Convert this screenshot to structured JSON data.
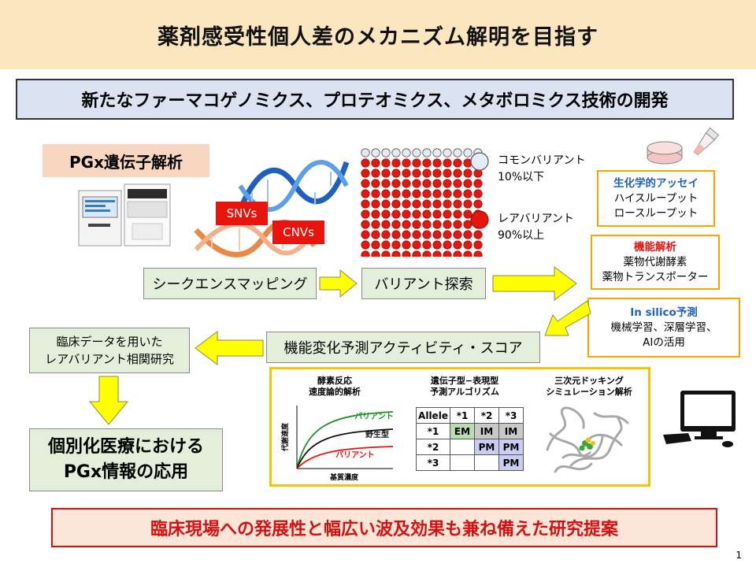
{
  "slide": {
    "title": "薬剤感受性個人差のメカニズム解明を目指す",
    "subtitle": "新たなファーマコゲノミクス、プロテオミクス、メタボロミクス技術の開発",
    "pgx_label": "PGx遺伝子解析",
    "snv_tag": "SNVs",
    "cnv_tag": "CNVs",
    "legend": {
      "common_line1": "コモンバリアント",
      "common_line2": "10%以下",
      "rare_line1": "レアバリアント",
      "rare_line2": "90%以上"
    },
    "flow": {
      "sequence_mapping": "シークエンスマッピング",
      "variant_search": "バリアント探索",
      "score": "機能変化予測アクティビティ・スコア",
      "clinical_line1": "臨床データを用いた",
      "clinical_line2": "レアバリアント相関研究",
      "application_line1": "個別化医療における",
      "application_line2": "PGx情報の応用"
    },
    "biochem": {
      "heading": "生化学的アッセイ",
      "line1": "ハイスループット",
      "line2": "ロースループット"
    },
    "function": {
      "heading": "機能解析",
      "line1": "薬物代謝酵素",
      "line2": "薬物トランスポーター"
    },
    "insilico": {
      "heading": "In silico予測",
      "line1": "機械学習、深層学習、",
      "line2": "AIの活用"
    },
    "bottom_banner": "臨床現場への発展性と幅広い波及効果も兼ね備えた研究提案",
    "page_number": "1"
  },
  "kinetics": {
    "title_line1": "酵素反応",
    "title_line2": "速度論的解析",
    "ylabel": "代謝速度",
    "xlabel": "基質濃度",
    "curves": [
      {
        "label": "バリアント",
        "color": "#1f8f2a"
      },
      {
        "label": "野生型",
        "color": "#111111"
      },
      {
        "label": "バリアント",
        "color": "#e8140e"
      }
    ]
  },
  "genotype": {
    "title_line1": "遺伝子型−表現型",
    "title_line2": "予測アルゴリズム",
    "headers": [
      "Allele",
      "*1",
      "*2",
      "*3"
    ],
    "rows": [
      {
        "allele": "*1",
        "cells": [
          "EM",
          "IM",
          "IM"
        ]
      },
      {
        "allele": "*2",
        "cells": [
          "",
          "PM",
          "PM"
        ]
      },
      {
        "allele": "*3",
        "cells": [
          "",
          "",
          "PM"
        ]
      }
    ]
  },
  "docking": {
    "title_line1": "三次元ドッキング",
    "title_line2": "シミュレーション解析"
  },
  "colors": {
    "title_bg": "#fbe6bf",
    "subtitle_bg": "#dbe3f3",
    "green_box": "#e4efdb",
    "arrow_yellow": "#ffff00",
    "accent_red": "#e8140e",
    "accent_blue": "#1f5fbf",
    "panel_border": "#f5c400"
  }
}
